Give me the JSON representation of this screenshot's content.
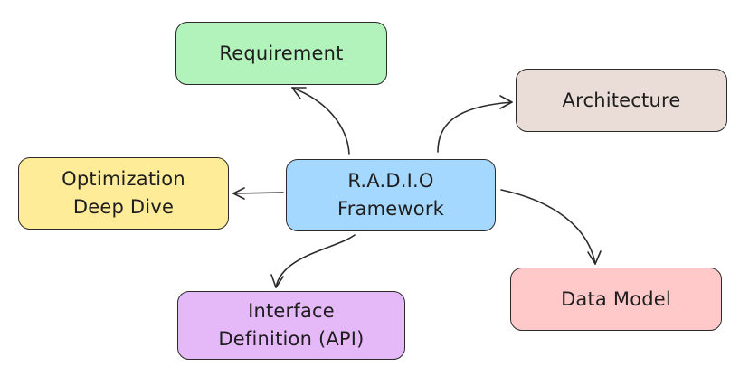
{
  "nodes": {
    "requirement": {
      "label": "Requirement",
      "fill": "#b2f2bb"
    },
    "architecture": {
      "label": "Architecture",
      "fill": "#eaddd7"
    },
    "optimization": {
      "line1": "Optimization",
      "line2": "Deep Dive",
      "fill": "#ffec99"
    },
    "radio": {
      "line1": "R.A.D.I.O",
      "line2": "Framework",
      "fill": "#a5d8ff"
    },
    "data_model": {
      "label": "Data Model",
      "fill": "#ffc9c9"
    },
    "interface": {
      "line1": "Interface",
      "line2": "Definition (API)",
      "fill": "#e5b8f8"
    }
  },
  "colors": {
    "stroke": "#2b2b2b",
    "text": "#1e1e1e",
    "background": "#ffffff"
  }
}
